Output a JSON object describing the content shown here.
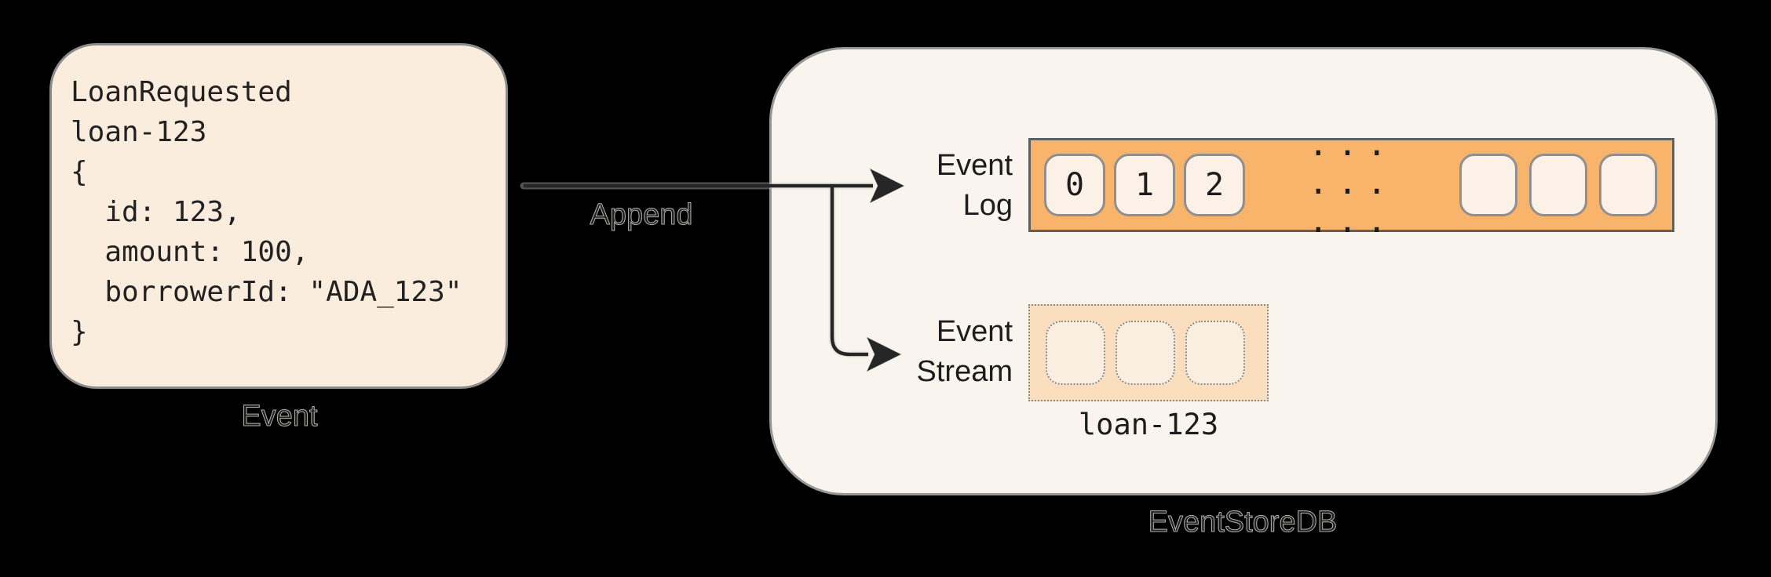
{
  "background_color": "#000000",
  "event_card": {
    "code": "LoanRequested\nloan-123\n{\n  id: 123,\n  amount: 100,\n  borrowerId: \"ADA_123\"\n}",
    "label": "Event",
    "fill": "#FBEDDE",
    "border_color": "#8A8A8A"
  },
  "append_arrow": {
    "label": "Append",
    "color": "#262626"
  },
  "eventstoredb": {
    "label": "EventStoreDB",
    "fill": "#FAF4EE",
    "border_color": "#979797",
    "event_log": {
      "label_line1": "Event",
      "label_line2": "Log",
      "band_fill": "#F8B46B",
      "cell_fill": "#FBF1E6",
      "numbered_cells": [
        "0",
        "1",
        "2"
      ],
      "ellipsis": "... ... ...",
      "empty_cells": [
        "",
        "",
        ""
      ]
    },
    "event_stream": {
      "label_line1": "Event",
      "label_line2": "Stream",
      "box_fill": "#FBDEBD",
      "cell_fill": "#FAEEE1",
      "empty_cells": [
        "",
        "",
        ""
      ],
      "stream_name": "loan-123"
    }
  }
}
